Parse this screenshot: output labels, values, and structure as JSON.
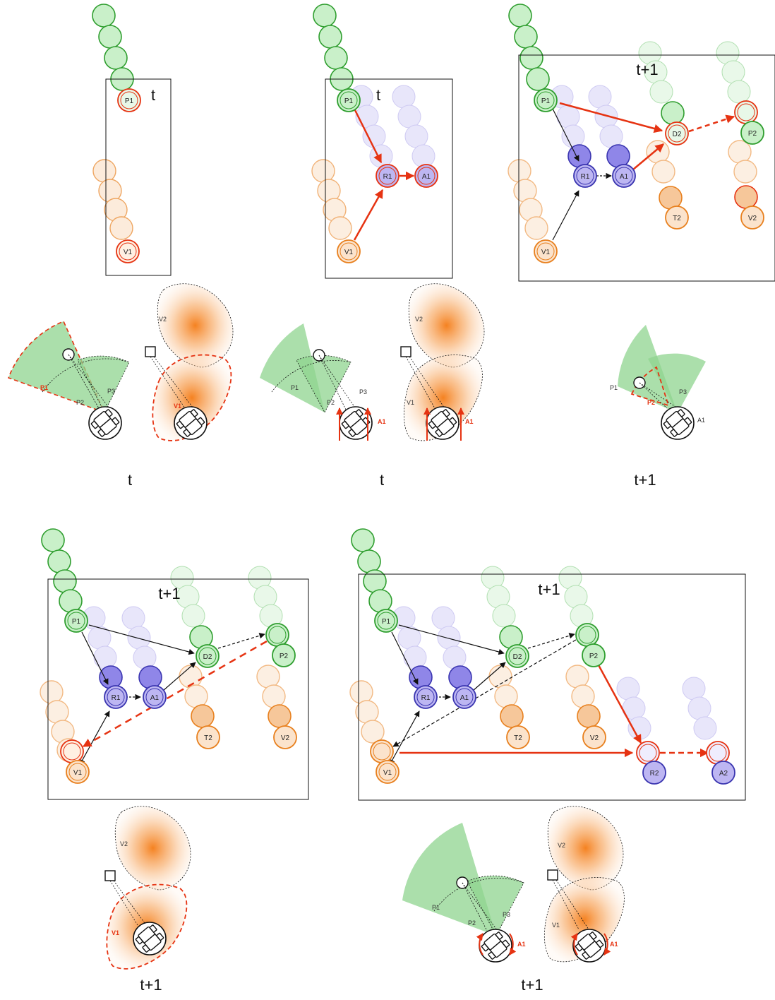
{
  "colors": {
    "green_fill": "#c9f0c9",
    "green_stroke": "#2f9e2f",
    "orange_fill": "#fbe3cc",
    "orange_stroke": "#e8801e",
    "blue_fill": "#bdb6f2",
    "blue_stroke": "#3a35b0",
    "red": "#e63312",
    "sector_green": "#8fd48f",
    "black": "#111111"
  },
  "panels": {
    "p1": {
      "frame_label": "t",
      "caption": "t",
      "nodes": {
        "p1": "P1",
        "v1": "V1"
      },
      "sketch": {
        "p1": "P1",
        "p2": "P2",
        "p3": "P3",
        "v1": "V1",
        "v2": "V2"
      }
    },
    "p2": {
      "frame_label": "t",
      "caption": "t",
      "nodes": {
        "p1": "P1",
        "r1": "R1",
        "a1": "A1",
        "v1": "V1"
      },
      "sketch": {
        "p1": "P1",
        "p2": "P2",
        "p3": "P3",
        "v1": "V1",
        "v2": "V2",
        "a1_left": "A1",
        "a1_right": "A1"
      }
    },
    "p3": {
      "frame_label": "t+1",
      "caption": "t+1",
      "nodes": {
        "p1": "P1",
        "r1": "R1",
        "a1": "A1",
        "d2": "D2",
        "p2": "P2",
        "t2": "T2",
        "v2": "V2",
        "v1": "V1"
      },
      "sketch": {
        "p1": "P1",
        "p2": "P2",
        "p3": "P3",
        "a1": "A1"
      }
    },
    "p4": {
      "frame_label": "t+1",
      "caption": "t+1",
      "nodes": {
        "p1": "P1",
        "r1": "R1",
        "a1": "A1",
        "d2": "D2",
        "p2": "P2",
        "t2": "T2",
        "v2": "V2",
        "v1": "V1"
      },
      "sketch": {
        "v1": "V1",
        "v2": "V2"
      }
    },
    "p5": {
      "frame_label": "t+1",
      "caption": "t+1",
      "nodes": {
        "p1": "P1",
        "r1": "R1",
        "a1": "A1",
        "d2": "D2",
        "p2": "P2",
        "t2": "T2",
        "v2": "V2",
        "v1": "V1",
        "r2": "R2",
        "a2": "A2"
      },
      "sketch": {
        "p1": "P1",
        "p2": "P2",
        "p3": "P3",
        "a1_left": "A1",
        "v1": "V1",
        "v2": "V2",
        "a1_right": "A1"
      }
    }
  }
}
